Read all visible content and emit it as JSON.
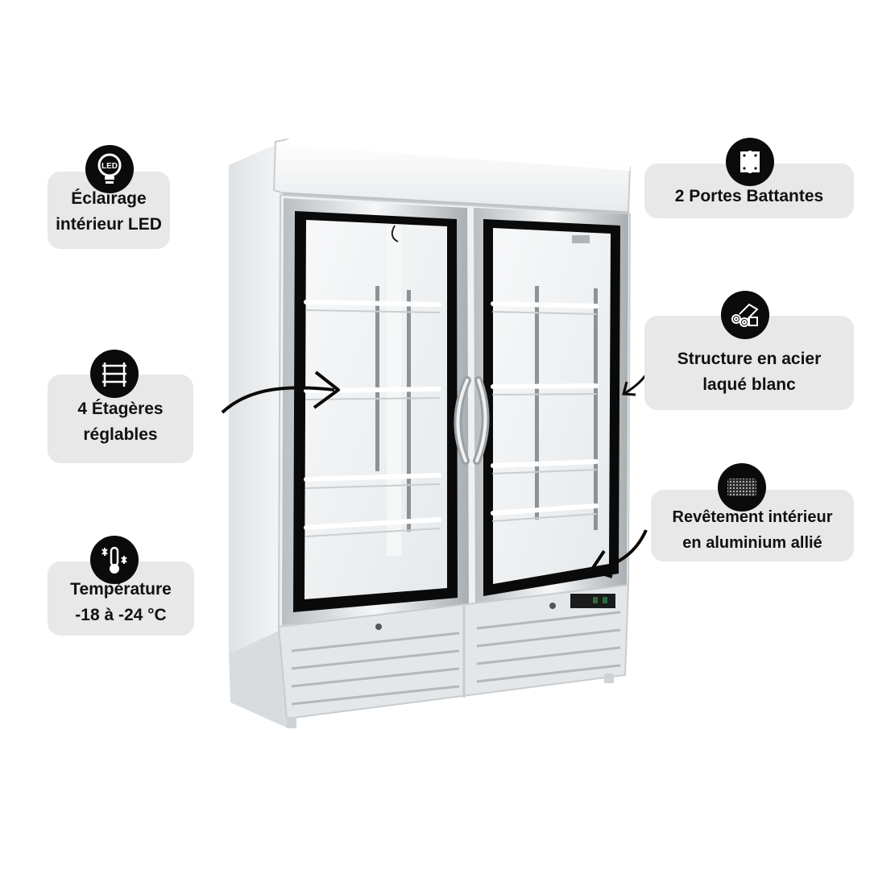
{
  "features": {
    "led": {
      "line1": "Éclairage",
      "line2": "intérieur LED",
      "icon": "led-bulb-icon",
      "icon_text": "LED"
    },
    "shelves": {
      "line1": "4 Étagères",
      "line2": "réglables",
      "icon": "shelf-icon"
    },
    "temperature": {
      "line1": "Température",
      "line2": "-18 à -24 °C",
      "icon": "thermometer-snow-icon"
    },
    "doors": {
      "line1": "2 Portes Battantes",
      "icon": "door-hinge-icon"
    },
    "structure": {
      "line1": "Structure en acier",
      "line2": "laqué blanc",
      "icon": "steel-material-icon"
    },
    "lining": {
      "line1": "Revêtement intérieur",
      "line2": "en aluminium allié",
      "icon": "aluminium-mesh-icon"
    }
  },
  "colors": {
    "badge_bg": "#e8e8e9",
    "icon_bg": "#0b0b0b",
    "text": "#111111",
    "appliance": "#f1f3f4",
    "frame": "#0a0a0a"
  }
}
